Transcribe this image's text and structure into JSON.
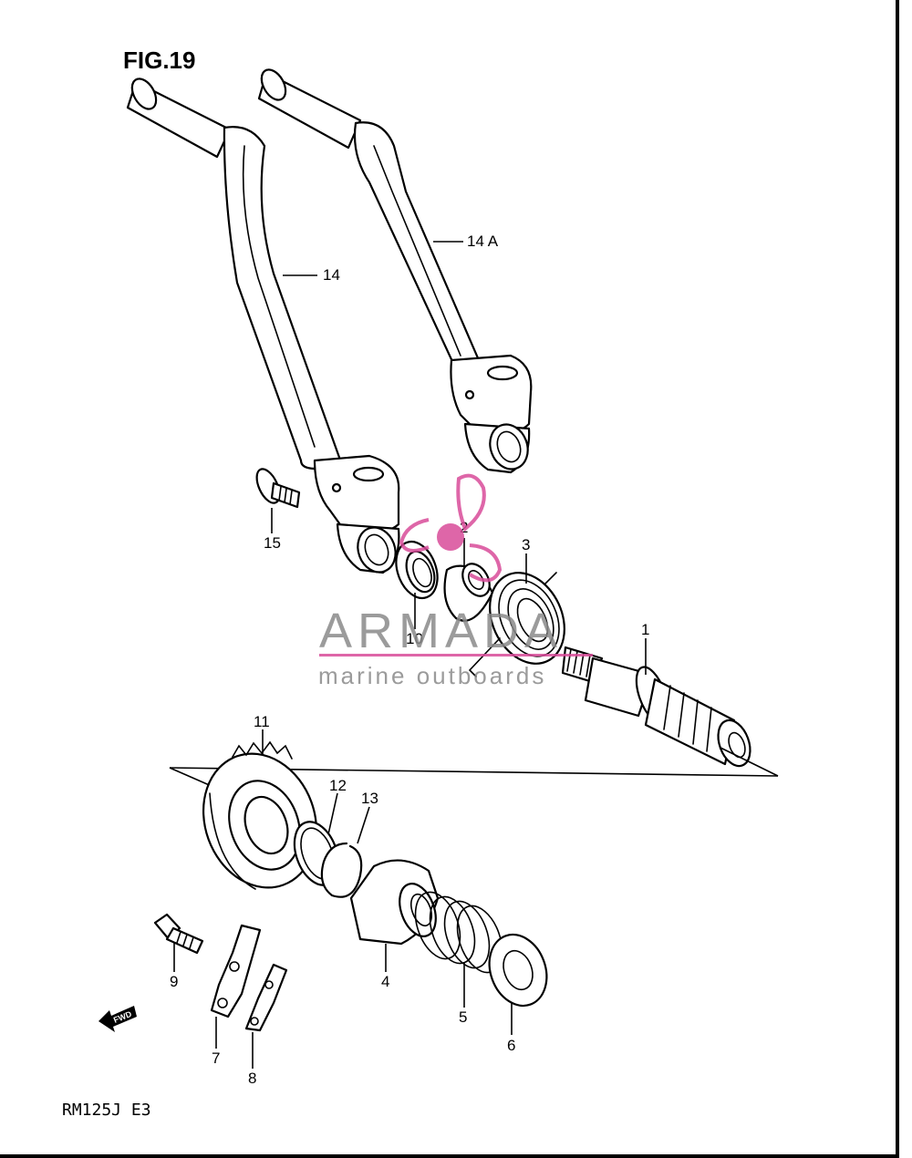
{
  "figure_title": "FIG.19",
  "model_code": "RM125J  E3",
  "watermark": {
    "brand": "ARMADA",
    "tagline": "marine outboards",
    "color": "#d94c9a"
  },
  "fwd_arrow_label": "FWD",
  "part_callouts": [
    {
      "id": "1",
      "label": "1"
    },
    {
      "id": "2",
      "label": "2"
    },
    {
      "id": "3",
      "label": "3"
    },
    {
      "id": "4",
      "label": "4"
    },
    {
      "id": "5",
      "label": "5"
    },
    {
      "id": "6",
      "label": "6"
    },
    {
      "id": "7",
      "label": "7"
    },
    {
      "id": "8",
      "label": "8"
    },
    {
      "id": "9",
      "label": "9"
    },
    {
      "id": "10",
      "label": "10"
    },
    {
      "id": "11",
      "label": "11"
    },
    {
      "id": "12",
      "label": "12"
    },
    {
      "id": "13",
      "label": "13"
    },
    {
      "id": "14",
      "label": "14"
    },
    {
      "id": "14A",
      "label": "14 A"
    },
    {
      "id": "15",
      "label": "15"
    }
  ]
}
